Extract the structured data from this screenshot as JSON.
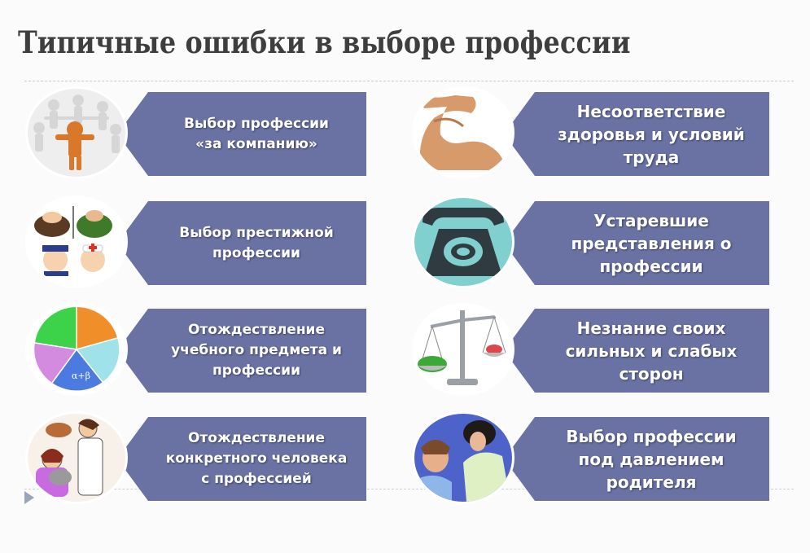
{
  "slide": {
    "title": "Типичные ошибки в выборе профессии",
    "accent_color": "#6a72a4",
    "left_column": [
      {
        "label": "Выбор профессии\n«за компанию»",
        "icon": "group-of-people-icon"
      },
      {
        "label": "Выбор престижной\nпрофессии",
        "icon": "professions-cartoon-icon"
      },
      {
        "label": "Отождествление\nучебного предмета и\nпрофессии",
        "icon": "subjects-pie-icon"
      },
      {
        "label": "Отождествление\nконкретного человека\nс профессией",
        "icon": "veterinarian-icon"
      }
    ],
    "right_column": [
      {
        "label": "Несоответствие\nздоровья и условий\nтруда",
        "icon": "flexed-arm-icon"
      },
      {
        "label": "Устаревшие\nпредставления о\nпрофессии",
        "icon": "old-telephone-icon"
      },
      {
        "label": "Незнание своих\nсильных и слабых\nсторон",
        "icon": "balance-scale-icon"
      },
      {
        "label": "Выбор профессии\nпод давлением\nродителя",
        "icon": "parent-child-icon"
      }
    ],
    "nav_icon": "next-slide-arrow-icon"
  }
}
